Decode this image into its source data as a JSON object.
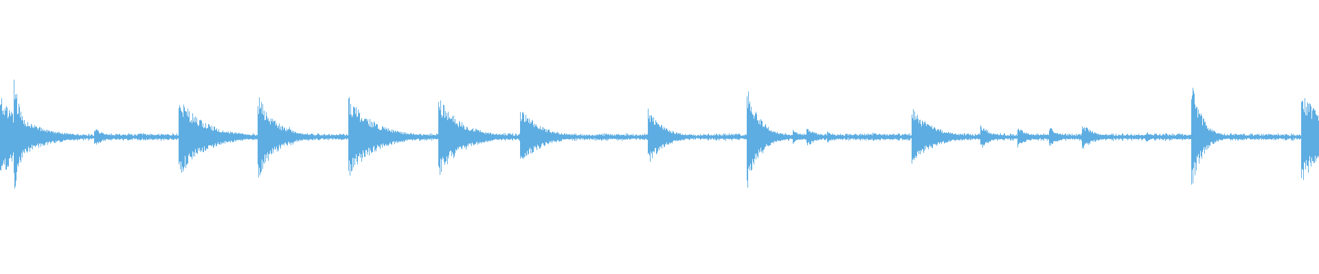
{
  "waveform": {
    "color": "#5dade2",
    "background": "#ffffff",
    "baseline_amplitude": 0.012,
    "noise_amplitude": 0.018,
    "transients": [
      {
        "t": 0.0,
        "peak": 0.3,
        "decay": 0.022
      },
      {
        "t": 0.01,
        "peak": 0.48,
        "decay": 0.006
      },
      {
        "t": 0.071,
        "peak": 0.08,
        "decay": 0.008
      },
      {
        "t": 0.135,
        "peak": 0.3,
        "decay": 0.02
      },
      {
        "t": 0.195,
        "peak": 0.32,
        "decay": 0.014
      },
      {
        "t": 0.219,
        "peak": 0.08,
        "decay": 0.008
      },
      {
        "t": 0.264,
        "peak": 0.3,
        "decay": 0.02
      },
      {
        "t": 0.332,
        "peak": 0.3,
        "decay": 0.018
      },
      {
        "t": 0.394,
        "peak": 0.22,
        "decay": 0.016
      },
      {
        "t": 0.491,
        "peak": 0.22,
        "decay": 0.012
      },
      {
        "t": 0.566,
        "peak": 0.4,
        "decay": 0.01
      },
      {
        "t": 0.601,
        "peak": 0.06,
        "decay": 0.006
      },
      {
        "t": 0.611,
        "peak": 0.08,
        "decay": 0.008
      },
      {
        "t": 0.627,
        "peak": 0.05,
        "decay": 0.006
      },
      {
        "t": 0.661,
        "peak": 0.04,
        "decay": 0.006
      },
      {
        "t": 0.691,
        "peak": 0.22,
        "decay": 0.016
      },
      {
        "t": 0.743,
        "peak": 0.1,
        "decay": 0.008
      },
      {
        "t": 0.771,
        "peak": 0.08,
        "decay": 0.008
      },
      {
        "t": 0.795,
        "peak": 0.08,
        "decay": 0.008
      },
      {
        "t": 0.82,
        "peak": 0.1,
        "decay": 0.01
      },
      {
        "t": 0.869,
        "peak": 0.04,
        "decay": 0.006
      },
      {
        "t": 0.903,
        "peak": 0.43,
        "decay": 0.008
      },
      {
        "t": 0.911,
        "peak": 0.1,
        "decay": 0.008
      },
      {
        "t": 0.986,
        "peak": 0.35,
        "decay": 0.02
      }
    ]
  }
}
